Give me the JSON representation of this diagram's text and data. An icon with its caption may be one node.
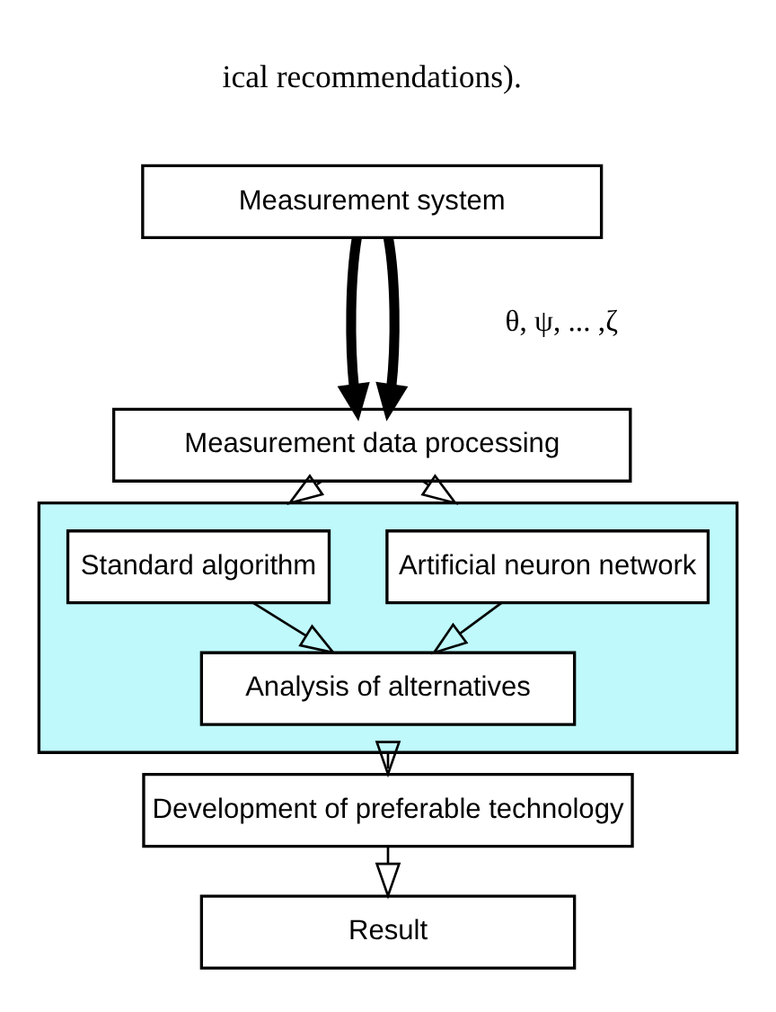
{
  "diagram": {
    "nodes": [
      {
        "text": [
          "Measurement system"
        ]
      },
      {
        "text": [
          "Measurement data processing"
        ]
      },
      {
        "text": [],
        "shape": "box"
      },
      {
        "text": [
          "Standard algorithm"
        ],
        "in": 2
      },
      {
        "text": [
          "Artificial neuron network"
        ],
        "in": 2
      },
      {
        "text": [
          "Analysis of alternatives"
        ],
        "in": 2
      },
      {
        "text": [
          "Development of preferable technology"
        ]
      },
      {
        "text": [
          "Result"
        ]
      }
    ],
    "edges": [
      {
        "from": 0,
        "to": 1,
        "arrow": "to",
        "style": "thick"
      },
      {
        "from": 0,
        "to": 1,
        "arrow": "to",
        "style": "thick"
      },
      {
        "from": 1,
        "to": 2,
        "arrow": "to"
      },
      {
        "from": 1,
        "to": 2,
        "arrow": "to"
      },
      {
        "from": 3,
        "to": 5,
        "arrow": "to"
      },
      {
        "from": 4,
        "to": 5,
        "arrow": "to"
      },
      {
        "from": 2,
        "to": 6,
        "arrow": "to"
      },
      {
        "from": 6,
        "to": 7,
        "arrow": "to"
      }
    ],
    "labels": [
      "ical recommendations).",
      "θ, ψ, ... ,ζ"
    ]
  }
}
